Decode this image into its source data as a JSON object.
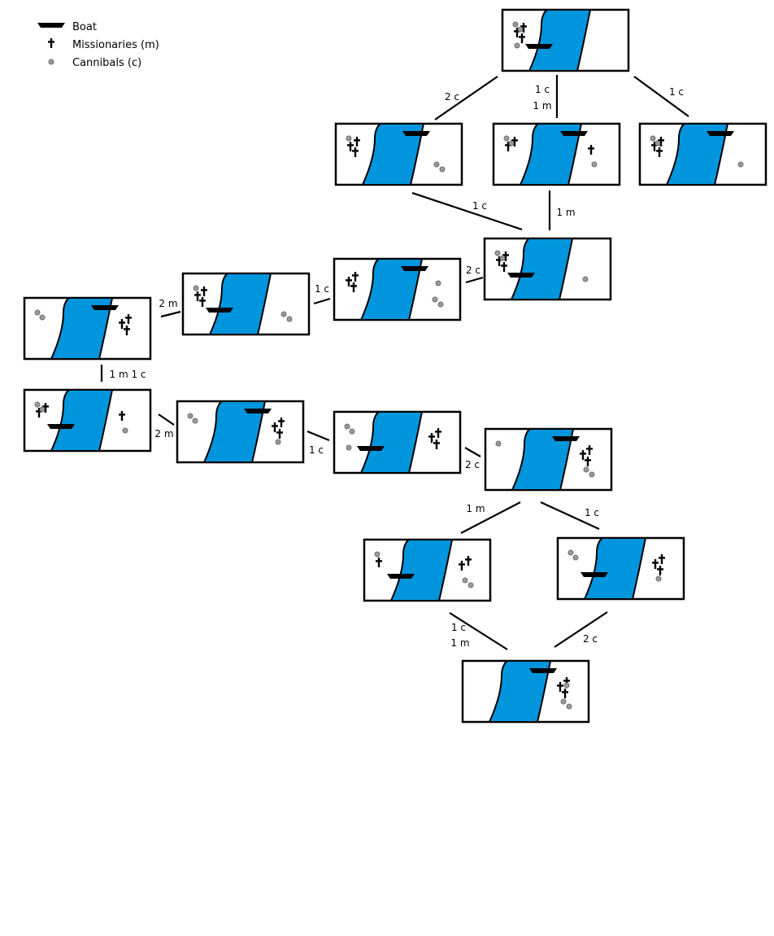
{
  "legend": {
    "boat": "Boat",
    "missionaries": "Missionaries (m)",
    "cannibals": "Cannibals (c)"
  },
  "colors": {
    "river": "#0095DD",
    "cannibal": "#9a9a9a",
    "ink": "#000000",
    "background": "#ffffff"
  },
  "states": [
    {
      "id": "s0",
      "left_m": 3,
      "left_c": 3,
      "right_m": 0,
      "right_c": 0,
      "boat": "left"
    },
    {
      "id": "s1",
      "left_m": 3,
      "left_c": 1,
      "right_m": 0,
      "right_c": 2,
      "boat": "right"
    },
    {
      "id": "s2",
      "left_m": 2,
      "left_c": 2,
      "right_m": 1,
      "right_c": 1,
      "boat": "right"
    },
    {
      "id": "s3",
      "left_m": 3,
      "left_c": 2,
      "right_m": 0,
      "right_c": 1,
      "boat": "right"
    },
    {
      "id": "s4",
      "left_m": 3,
      "left_c": 2,
      "right_m": 0,
      "right_c": 1,
      "boat": "left"
    },
    {
      "id": "s5",
      "left_m": 3,
      "left_c": 0,
      "right_m": 0,
      "right_c": 3,
      "boat": "right"
    },
    {
      "id": "s6",
      "left_m": 0,
      "left_c": 2,
      "right_m": 3,
      "right_c": 0,
      "boat": "right"
    },
    {
      "id": "s7",
      "left_m": 3,
      "left_c": 1,
      "right_m": 0,
      "right_c": 2,
      "boat": "left"
    },
    {
      "id": "s8",
      "left_m": 1,
      "left_c": 1,
      "right_m": 2,
      "right_c": 2,
      "boat": "right"
    },
    {
      "id": "s9",
      "left_m": 2,
      "left_c": 2,
      "right_m": 1,
      "right_c": 1,
      "boat": "left"
    },
    {
      "id": "s10",
      "left_m": 0,
      "left_c": 2,
      "right_m": 3,
      "right_c": 1,
      "boat": "right"
    },
    {
      "id": "s11",
      "left_m": 0,
      "left_c": 3,
      "right_m": 3,
      "right_c": 0,
      "boat": "left"
    },
    {
      "id": "s12",
      "left_m": 0,
      "left_c": 1,
      "right_m": 3,
      "right_c": 2,
      "boat": "right"
    },
    {
      "id": "s13",
      "left_m": 1,
      "left_c": 1,
      "right_m": 2,
      "right_c": 2,
      "boat": "left"
    },
    {
      "id": "s14",
      "left_m": 0,
      "left_c": 2,
      "right_m": 3,
      "right_c": 1,
      "boat": "left"
    },
    {
      "id": "s15",
      "left_m": 0,
      "left_c": 0,
      "right_m": 3,
      "right_c": 3,
      "boat": "right"
    }
  ],
  "edges": [
    {
      "id": "e0",
      "from": "s0",
      "to": "s1",
      "label": [
        "2 c"
      ]
    },
    {
      "id": "e1",
      "from": "s0",
      "to": "s2",
      "label": [
        "1 c",
        "1 m"
      ]
    },
    {
      "id": "e2",
      "from": "s0",
      "to": "s3",
      "label": [
        "1 c"
      ]
    },
    {
      "id": "e3",
      "from": "s1",
      "to": "s4",
      "label": [
        "1 c"
      ]
    },
    {
      "id": "e4",
      "from": "s2",
      "to": "s4",
      "label": [
        "1 m"
      ]
    },
    {
      "id": "e5",
      "from": "s4",
      "to": "s5",
      "label": [
        "2 c"
      ]
    },
    {
      "id": "e6",
      "from": "s5",
      "to": "s7",
      "label": [
        "1 c"
      ]
    },
    {
      "id": "e7",
      "from": "s7",
      "to": "s6",
      "label": [
        "2 m"
      ]
    },
    {
      "id": "e8",
      "from": "s6",
      "to": "s9",
      "label": [
        "1 m 1 c"
      ]
    },
    {
      "id": "e9",
      "from": "s9",
      "to": "s10",
      "label": [
        "2 m"
      ]
    },
    {
      "id": "e10",
      "from": "s10",
      "to": "s11",
      "label": [
        "1 c"
      ]
    },
    {
      "id": "e11",
      "from": "s11",
      "to": "s12",
      "label": [
        "2 c"
      ]
    },
    {
      "id": "e12",
      "from": "s12",
      "to": "s13",
      "label": [
        "1 m"
      ]
    },
    {
      "id": "e13",
      "from": "s12",
      "to": "s14",
      "label": [
        "1 c"
      ]
    },
    {
      "id": "e14",
      "from": "s13",
      "to": "s15",
      "label": [
        "1 c",
        "1 m"
      ]
    },
    {
      "id": "e15",
      "from": "s14",
      "to": "s15",
      "label": [
        "2 c"
      ]
    }
  ]
}
